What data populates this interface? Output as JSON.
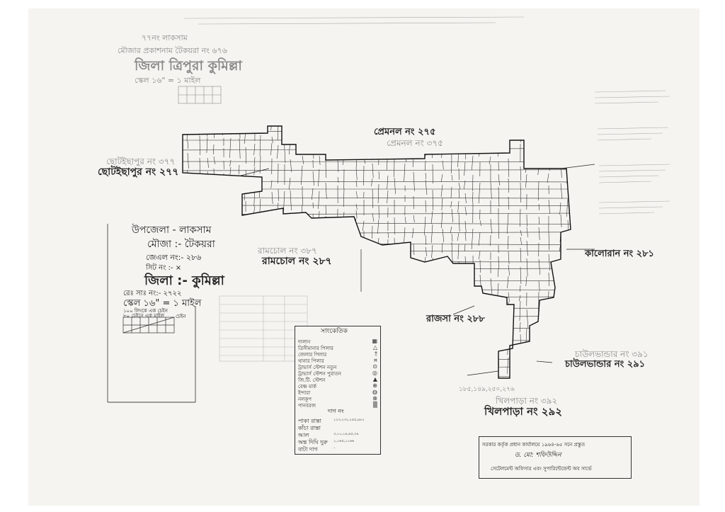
{
  "top_header": {
    "line1": "৭৭নং লাকসাম",
    "line2": "মৌজার প্রকাশনাম টৈকয়রা নং ৬৭৬",
    "line3": "জিলা ত্রিপুরা কুমিল্লা",
    "line4": "স্কেল ১৬\" = ১ মাইল"
  },
  "neighbors": {
    "north": "প্রেমনল নং ২৭৫",
    "north_old": "প্রেমনল নং ৩৭৫",
    "west": "ছোটইছাপুর নং ২৭৭",
    "west_old": "ছোটইছাপুর নং ৩৭৭",
    "center_south": "রামচোল নং ২৮৭",
    "center_south_old": "রামচোল নং ৩৮৭",
    "east": "কালোরান নং ২৮১",
    "south_east": "রাজসা নং ২৮৮",
    "far_east": "চাউলভান্ডার নং ২৯১",
    "far_east_old": "চাউলভান্ডার নং ৩৯১",
    "south": "খিলপাড়া নং ২৯২",
    "south_old": "খিলপাড়া নং ৩৯২"
  },
  "info_block": {
    "upazila": "উপজেলা - লাকসাম",
    "mouza": "মৌজা :- টৈকয়রা",
    "jl_no": "জেএল নং:- ২৮৬",
    "sheet_no": "সিট নং :-   ×",
    "district": "জিলা :-  কুমিল্লা",
    "revenue_no": "রেঃ সাঃ নং:- ২৭২২",
    "scale": "স্কেল ১৬\" = ১ মাইল",
    "scale_note1": "১০০ লিংকে এক চেইন",
    "scale_note2": "৮০ চেইনে এক মাইল",
    "scale_bar_label": "চেইন"
  },
  "legend": {
    "title": "সাংকেতিক",
    "items": [
      {
        "label": "দালান",
        "symbol": "▦"
      },
      {
        "label": "ত্রিসীমানার পিলার",
        "symbol": "△"
      },
      {
        "label": "জেলার পিলার",
        "symbol": "†"
      },
      {
        "label": "থানার পিলার",
        "symbol": "¤"
      },
      {
        "label": "ট্রাভার্স স্টেশন নতুন",
        "symbol": "⊙"
      },
      {
        "label": "ট্রাভার্স স্টেশন পুরাতন",
        "symbol": "◎"
      },
      {
        "label": "জি.টি. স্টেশন",
        "symbol": "▲"
      },
      {
        "label": "বেঞ্চ মার্ক",
        "symbol": "⊕"
      },
      {
        "label": "ইন্দারা",
        "symbol": "◍"
      },
      {
        "label": "নলকূপ",
        "symbol": "⊗"
      },
      {
        "label": "পানবরজ",
        "symbol": "▒"
      }
    ],
    "subtitle": "দাগ নং",
    "roads": [
      {
        "label": "পাকা রাস্তা",
        "value": "১২৩,২৩২,২৫৫,৯৮২"
      },
      {
        "label": "কাঁচা রাস্তা",
        "value": ""
      },
      {
        "label": "আল",
        "value": "৩,১০,১৪,৪৫,৩৯"
      },
      {
        "label": "অন্ত দিঘি দুরু",
        "value": "১,১৬৫,১১৬৬"
      },
      {
        "label": "বাটা দাগ",
        "value": "-"
      }
    ]
  },
  "attestation": {
    "line1": "সরকার কর্তৃক প্রধান কার্যালয়ে ১৯৬৪-৬৫ সনে প্রস্তুত",
    "signature": "ড. মো: শফিউদ্দিন",
    "line3": "সেটেলমেন্ট অফিসার এবং সুপারিন্টেন্ডেন্ট অব সার্ভে"
  },
  "plot_numbers_note": "১৮৫,১৪৯,২৫০,২৭৬"
}
